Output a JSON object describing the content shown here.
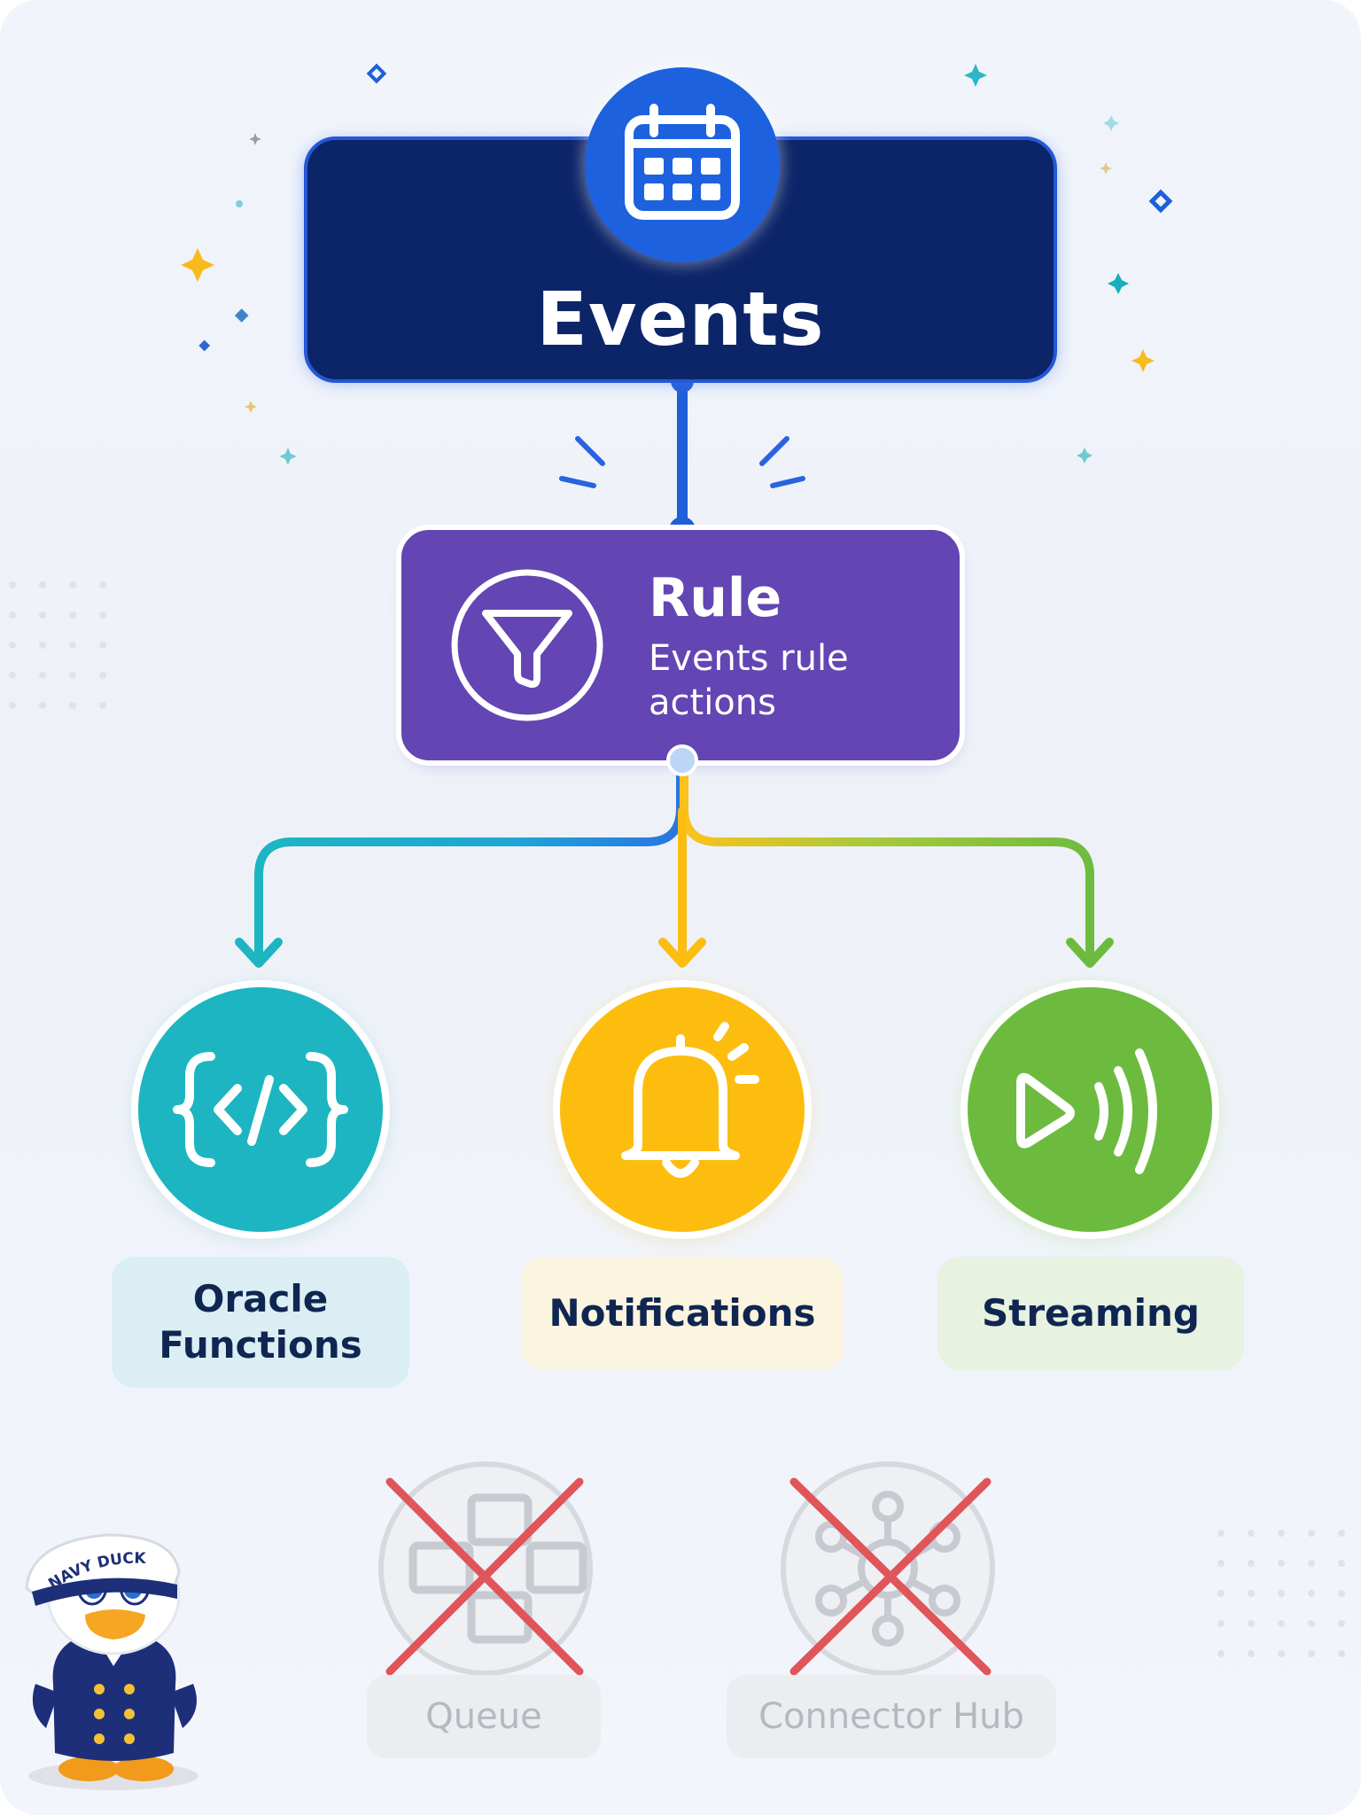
{
  "events": {
    "title": "Events",
    "icon": "calendar-icon"
  },
  "rule": {
    "title": "Rule",
    "subtitle": "Events rule actions",
    "icon": "funnel-icon"
  },
  "targets": [
    {
      "label": "Oracle Functions",
      "icon": "code-brackets-icon",
      "color": "#1db5c2"
    },
    {
      "label": "Notifications",
      "icon": "bell-icon",
      "color": "#fdbd0f"
    },
    {
      "label": "Streaming",
      "icon": "play-wave-icon",
      "color": "#6cbb3f"
    }
  ],
  "unsupported": [
    {
      "label": "Queue",
      "icon": "queue-icon"
    },
    {
      "label": "Connector Hub",
      "icon": "hub-icon"
    }
  ],
  "mascot": {
    "hat_text": "NAVY DUCK"
  },
  "colors": {
    "events_box": "#0c2468",
    "events_circle": "#1d61df",
    "rule_box": "#6345b3",
    "cross": "#e0555a"
  }
}
